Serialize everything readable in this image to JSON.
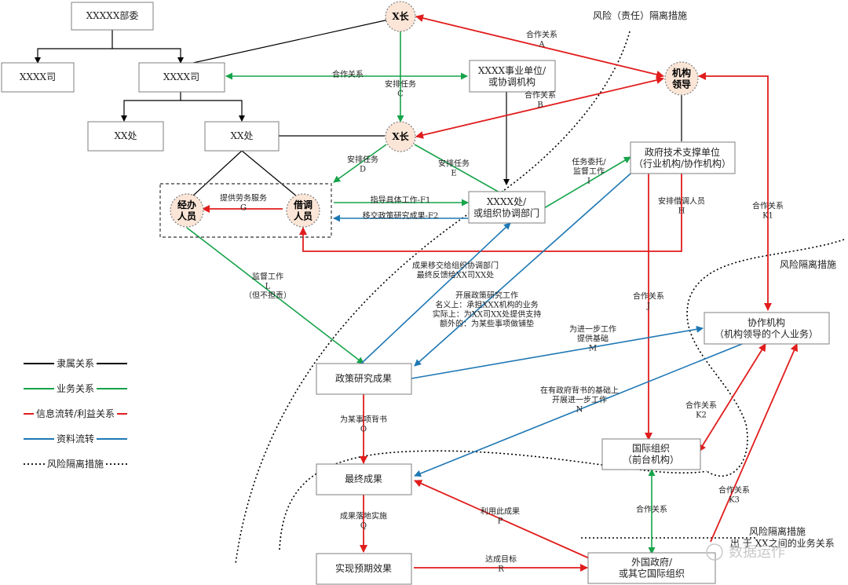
{
  "nodes": {
    "ministry": "XXXXX部委",
    "dept_left": "XXXX司",
    "dept_main": "XXXX司",
    "div_left": "XX处",
    "div_main": "XX处",
    "public_inst": "XXXX事业单位/\n或协调机构",
    "coord_dept": "XXXX处/\n或组织协调部门",
    "gov_tech": "政府技术支撑单位\n（行业机构/协作机构）",
    "coop_org": "协作机构\n（机构领导的个人业务）",
    "policy_result": "政策研究成果",
    "final_result": "最终成果",
    "expected_effect": "实现预期效果",
    "intl_org": "国际组织\n（前台机构）",
    "foreign_gov": "外国政府/\n或其它国际组织",
    "agent_staff": "经办\n人员",
    "seconded_staff": "借调\n人员"
  },
  "circles": {
    "x_head_top": "X长",
    "x_head_mid": "X长",
    "org_leader": "机构\n领导"
  },
  "labels": {
    "A": "合作关系\nA",
    "B": "合作关系\nB",
    "C": "安排任务\nC",
    "D": "安排任务\nD",
    "E": "安排任务\nE",
    "F1": "指导具体工作-F1",
    "F2": "移交政策研究成果-F2",
    "G": "提供劳务服务\nG",
    "H": "安排借调人员\nH",
    "I": "任务委托/\n监督工作\nI",
    "J": "合作关系\nJ",
    "K1": "合作关系\nK1",
    "K2": "合作关系\nK2",
    "K3": "合作关系\nK3",
    "L": "监督工作\nL\n（但不担责）",
    "M": "为进一步工作\n提供基础\nM",
    "N": "在有政府背书的基础上\n开展进一步工作\nN",
    "O": "为某事项背书\nO",
    "P": "利用此成果\nP",
    "Q": "成果落地实施\nQ",
    "R": "达成目标\nR",
    "coop_mid": "合作关系",
    "coop_bottom": "合作关系",
    "handoff": "成果移交给组织协调部门\n最终反馈给XX司XX处",
    "research": "开展政策研究工作\n名义上：承担XXX机构的业务\n实际上：为XX司XX处提供支持\n额外的：为某些事项做铺垫"
  },
  "risk_labels": {
    "top": "风险（责任）隔离措施",
    "right": "风险隔离措施",
    "bottom": "风险隔离措施",
    "bottom_partial": "出 于 XX之间的业务关系"
  },
  "legend": [
    {
      "label": "隶属关系",
      "color": "#000000",
      "style": "solid"
    },
    {
      "label": "业务关系",
      "color": "#16a34a",
      "style": "solid"
    },
    {
      "label": "信息流转/利益关系",
      "color": "#e11d1d",
      "style": "solid"
    },
    {
      "label": "资料流转",
      "color": "#1f78b4",
      "style": "solid"
    },
    {
      "label": "风险隔离措施",
      "color": "#000000",
      "style": "dotted"
    }
  ],
  "watermark": "数据运作"
}
